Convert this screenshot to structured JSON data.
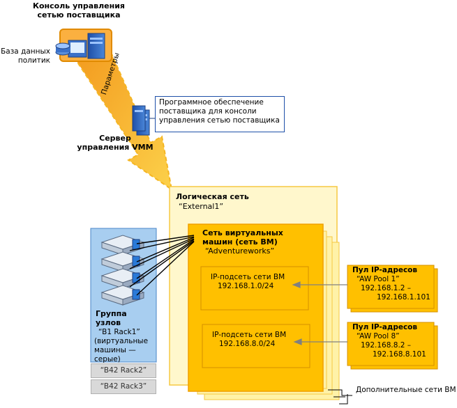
{
  "console": {
    "title": "Консоль управления сетью поставщика",
    "policy_db": "База данных политик",
    "params_label": "Параметры",
    "provider_software": "Программное обеспечение поставщика для консоли управления сетью поставщика",
    "vmm_server": "Сервер управления VMM"
  },
  "logical_network": {
    "title": "Логическая сеть",
    "name": "“External1”"
  },
  "vm_network": {
    "title": "Сеть виртуальных машин (сеть ВМ)",
    "name": "“Adventureworks”"
  },
  "subnets": [
    {
      "title": "IP-подсеть сети ВМ",
      "value": "192.168.1.0/24"
    },
    {
      "title": "IP-подсеть сети ВМ",
      "value": "192.168.8.0/24"
    }
  ],
  "pools": [
    {
      "title": "Пул IP-адресов",
      "name": "“AW Pool 1”",
      "start": "192.168.1.2 –",
      "end": "192.168.1.101"
    },
    {
      "title": "Пул IP-адресов",
      "name": "“AW Pool 8”",
      "start": "192.168.8.2 –",
      "end": "192.168.8.101"
    }
  ],
  "host_group": {
    "title": "Группа узлов",
    "name": "“B1 Rack1”",
    "note": "(виртуальные машины — серые)",
    "other_racks": [
      "“B42 Rack2”",
      "“B42 Rack3”"
    ]
  },
  "additional_vm_networks": "Дополнительные сети ВМ",
  "colors": {
    "yellow_light": "#fff7cc",
    "yellow_border": "#f5c842",
    "orange_fill": "#ffc000",
    "orange_border": "#f0a000",
    "arrow_orange": "#f7a020",
    "blue_panel": "#a8cef0",
    "blue_border": "#4a86c8",
    "gray": "#d9d9d9"
  }
}
